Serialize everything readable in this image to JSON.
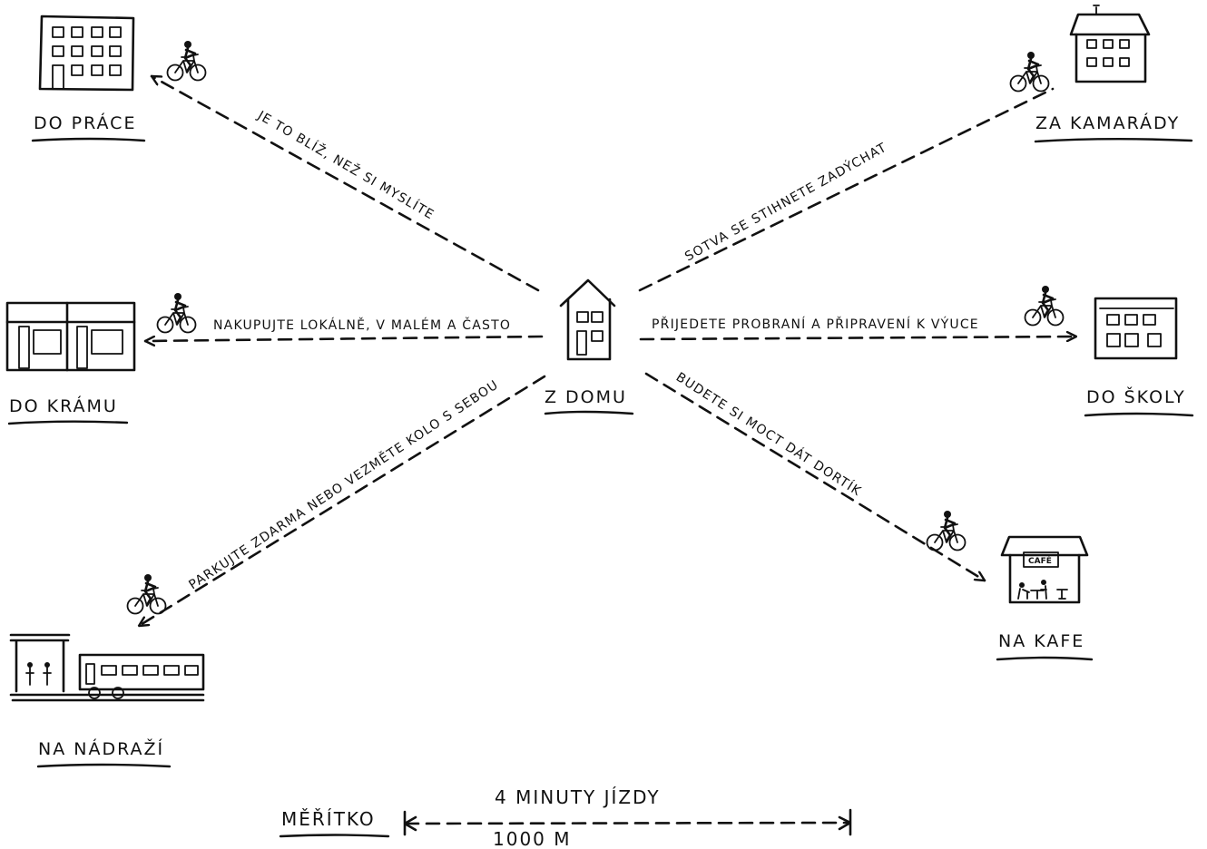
{
  "center": {
    "label": "Z DOMU",
    "icon": "house-icon"
  },
  "destinations": {
    "work": {
      "label": "DO PRÁCE",
      "icon": "office-building-icon"
    },
    "friends": {
      "label": "ZA KAMARÁDY",
      "icon": "apartment-house-icon"
    },
    "shop": {
      "label": "DO KRÁMU",
      "icon": "shop-icon"
    },
    "school": {
      "label": "DO ŠKOLY",
      "icon": "school-icon"
    },
    "station": {
      "label": "NA NÁDRAŽÍ",
      "icon": "train-station-icon"
    },
    "cafe": {
      "label": "NA KAFE",
      "icon": "cafe-icon",
      "sign": "CAFÉ"
    }
  },
  "routes": {
    "work": "JE TO BLÍŽ, NEŽ SI MYSLÍTE",
    "friends": "SOTVA SE STIHNETE ZADÝCHAT",
    "shop": "NAKUPUJTE LOKÁLNĚ, V MALÉM A ČASTO",
    "school": "PŘIJEDETE PROBRANÍ A PŘIPRAVENÍ K VÝUCE",
    "station": "PARKUJTE ZDARMA NEBO VEZMĚTE KOLO S SEBOU",
    "cafe": "BUDETE SI MOCT DÁT DORTÍK"
  },
  "scale": {
    "label": "MĚŘÍTKO",
    "time": "4 MINUTY JÍZDY",
    "distance": "1000 M"
  },
  "icons": {
    "cyclist": "cyclist-icon"
  }
}
